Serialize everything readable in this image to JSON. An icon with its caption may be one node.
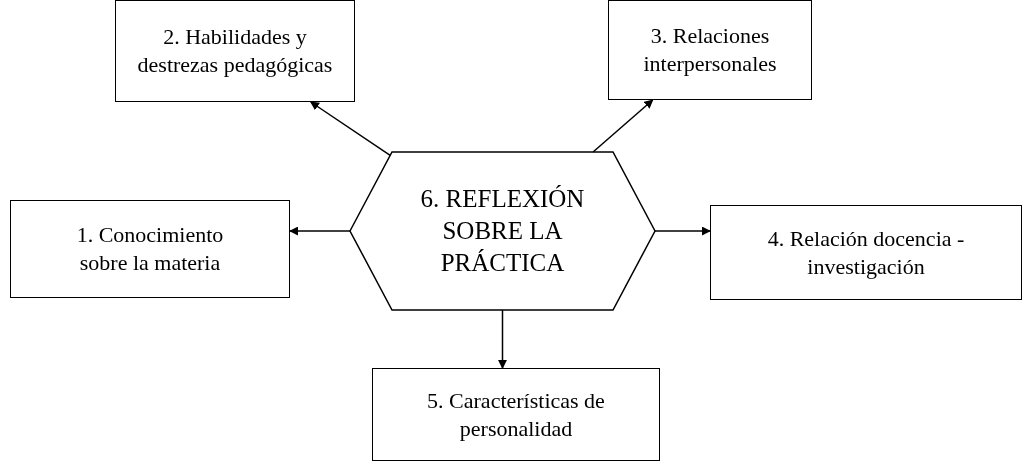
{
  "diagram": {
    "nodes": [
      {
        "text": [
          "2. Habilidades y destrezas pedagógicas"
        ]
      },
      {
        "text": [
          "3. Relaciones interpersonales"
        ]
      },
      {
        "text": [
          "1. Conocimiento sobre la materia"
        ]
      },
      {
        "text": [
          "6. REFLEXIÓN SOBRE LA PRÁCTICA"
        ]
      },
      {
        "text": [
          "4. Relación docencia - investigación"
        ]
      },
      {
        "text": [
          "5. Características de personalidad"
        ]
      }
    ],
    "edges": [
      {
        "from": 3,
        "to": 0,
        "arrow": "to"
      },
      {
        "from": 3,
        "to": 1,
        "arrow": "to"
      },
      {
        "from": 3,
        "to": 2,
        "arrow": "to"
      },
      {
        "from": 3,
        "to": 4,
        "arrow": "to"
      },
      {
        "from": 3,
        "to": 5,
        "arrow": "to"
      }
    ]
  }
}
